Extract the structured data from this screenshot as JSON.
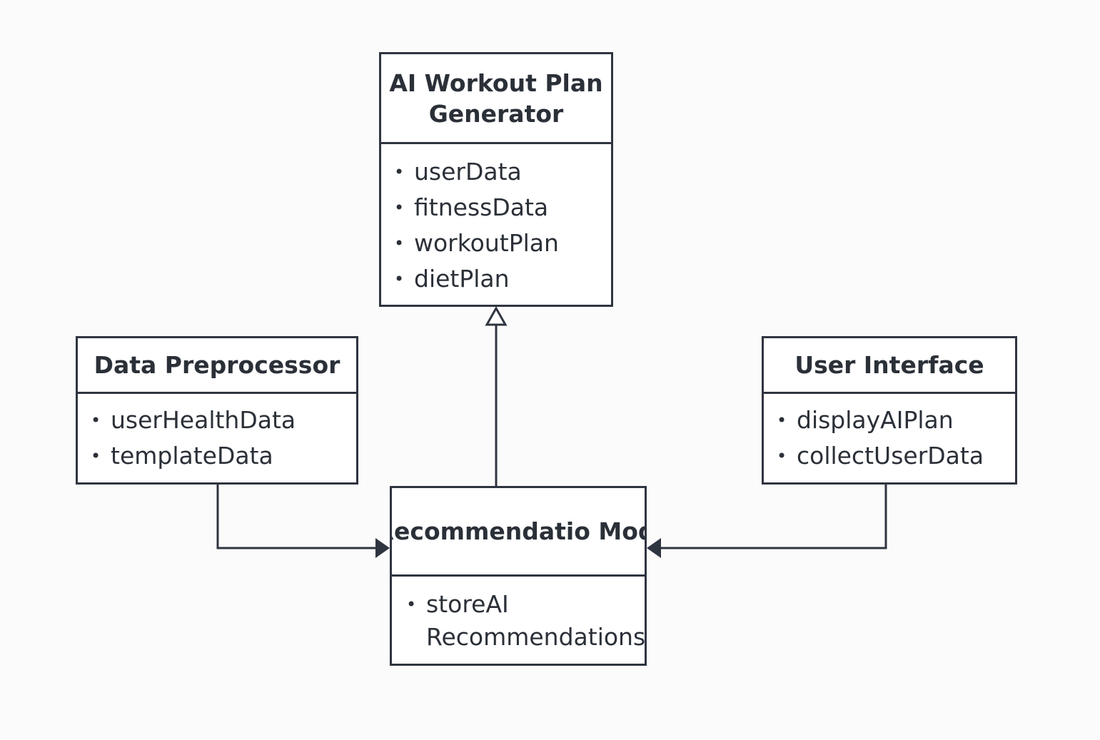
{
  "classes": {
    "generator": {
      "title": "AI Workout Plan\nGenerator",
      "attributes": [
        "userData",
        "fitnessData",
        "workoutPlan",
        "dietPlan"
      ]
    },
    "preprocessor": {
      "title": "Data Preprocessor",
      "attributes": [
        "userHealthData",
        "templateData"
      ]
    },
    "ui": {
      "title": "User Interface",
      "attributes": [
        "displayAIPlan",
        "collectUserData"
      ]
    },
    "recommendation": {
      "title": "AI Recommendatio\nModule",
      "attributes": [
        "storeAI\nRecommendations"
      ]
    }
  },
  "bullet": "•",
  "relations": [
    {
      "from": "recommendation",
      "to": "generator",
      "kind": "generalization"
    },
    {
      "from": "preprocessor",
      "to": "recommendation",
      "kind": "association-arrow"
    },
    {
      "from": "ui",
      "to": "recommendation",
      "kind": "association-arrow"
    }
  ],
  "colors": {
    "line": "#2f3540",
    "text": "#2b3038",
    "background": "#fbfbfb"
  }
}
